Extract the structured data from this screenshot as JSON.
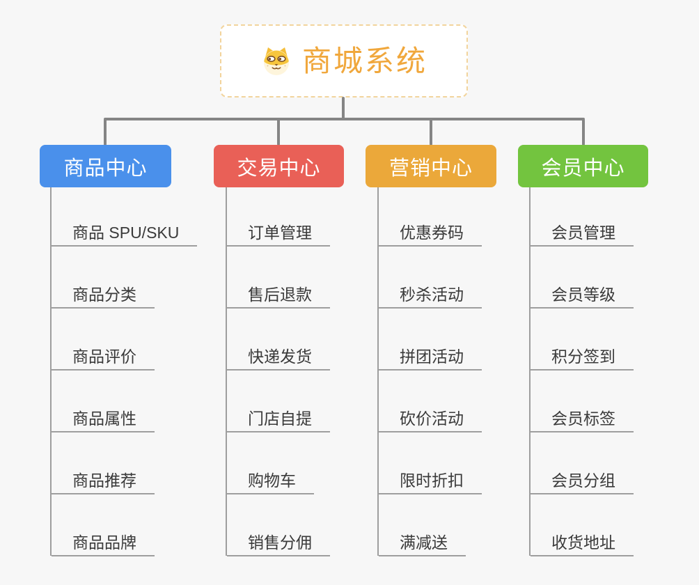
{
  "root": {
    "title": "商城系统",
    "icon": "shiba-dog-icon"
  },
  "branches": [
    {
      "label": "商品中心",
      "color": "#4A90EB",
      "items": [
        "商品 SPU/SKU",
        "商品分类",
        "商品评价",
        "商品属性",
        "商品推荐",
        "商品品牌"
      ]
    },
    {
      "label": "交易中心",
      "color": "#E96057",
      "items": [
        "订单管理",
        "售后退款",
        "快递发货",
        "门店自提",
        "购物车",
        "销售分佣"
      ]
    },
    {
      "label": "营销中心",
      "color": "#EBA83A",
      "items": [
        "优惠券码",
        "秒杀活动",
        "拼团活动",
        "砍价活动",
        "限时折扣",
        "满减送"
      ]
    },
    {
      "label": "会员中心",
      "color": "#73C43F",
      "items": [
        "会员管理",
        "会员等级",
        "积分签到",
        "会员标签",
        "会员分组",
        "收货地址"
      ]
    }
  ],
  "colors": {
    "background": "#F7F7F7",
    "root_accent": "#F0A73C",
    "root_border": "#F2D49C",
    "connector": "#858585",
    "child_line": "#9E9E9E",
    "child_text": "#3A3A3A",
    "branch_blue": "#4A90EB",
    "branch_red": "#E96057",
    "branch_orange": "#EBA83A",
    "branch_green": "#73C43F"
  }
}
